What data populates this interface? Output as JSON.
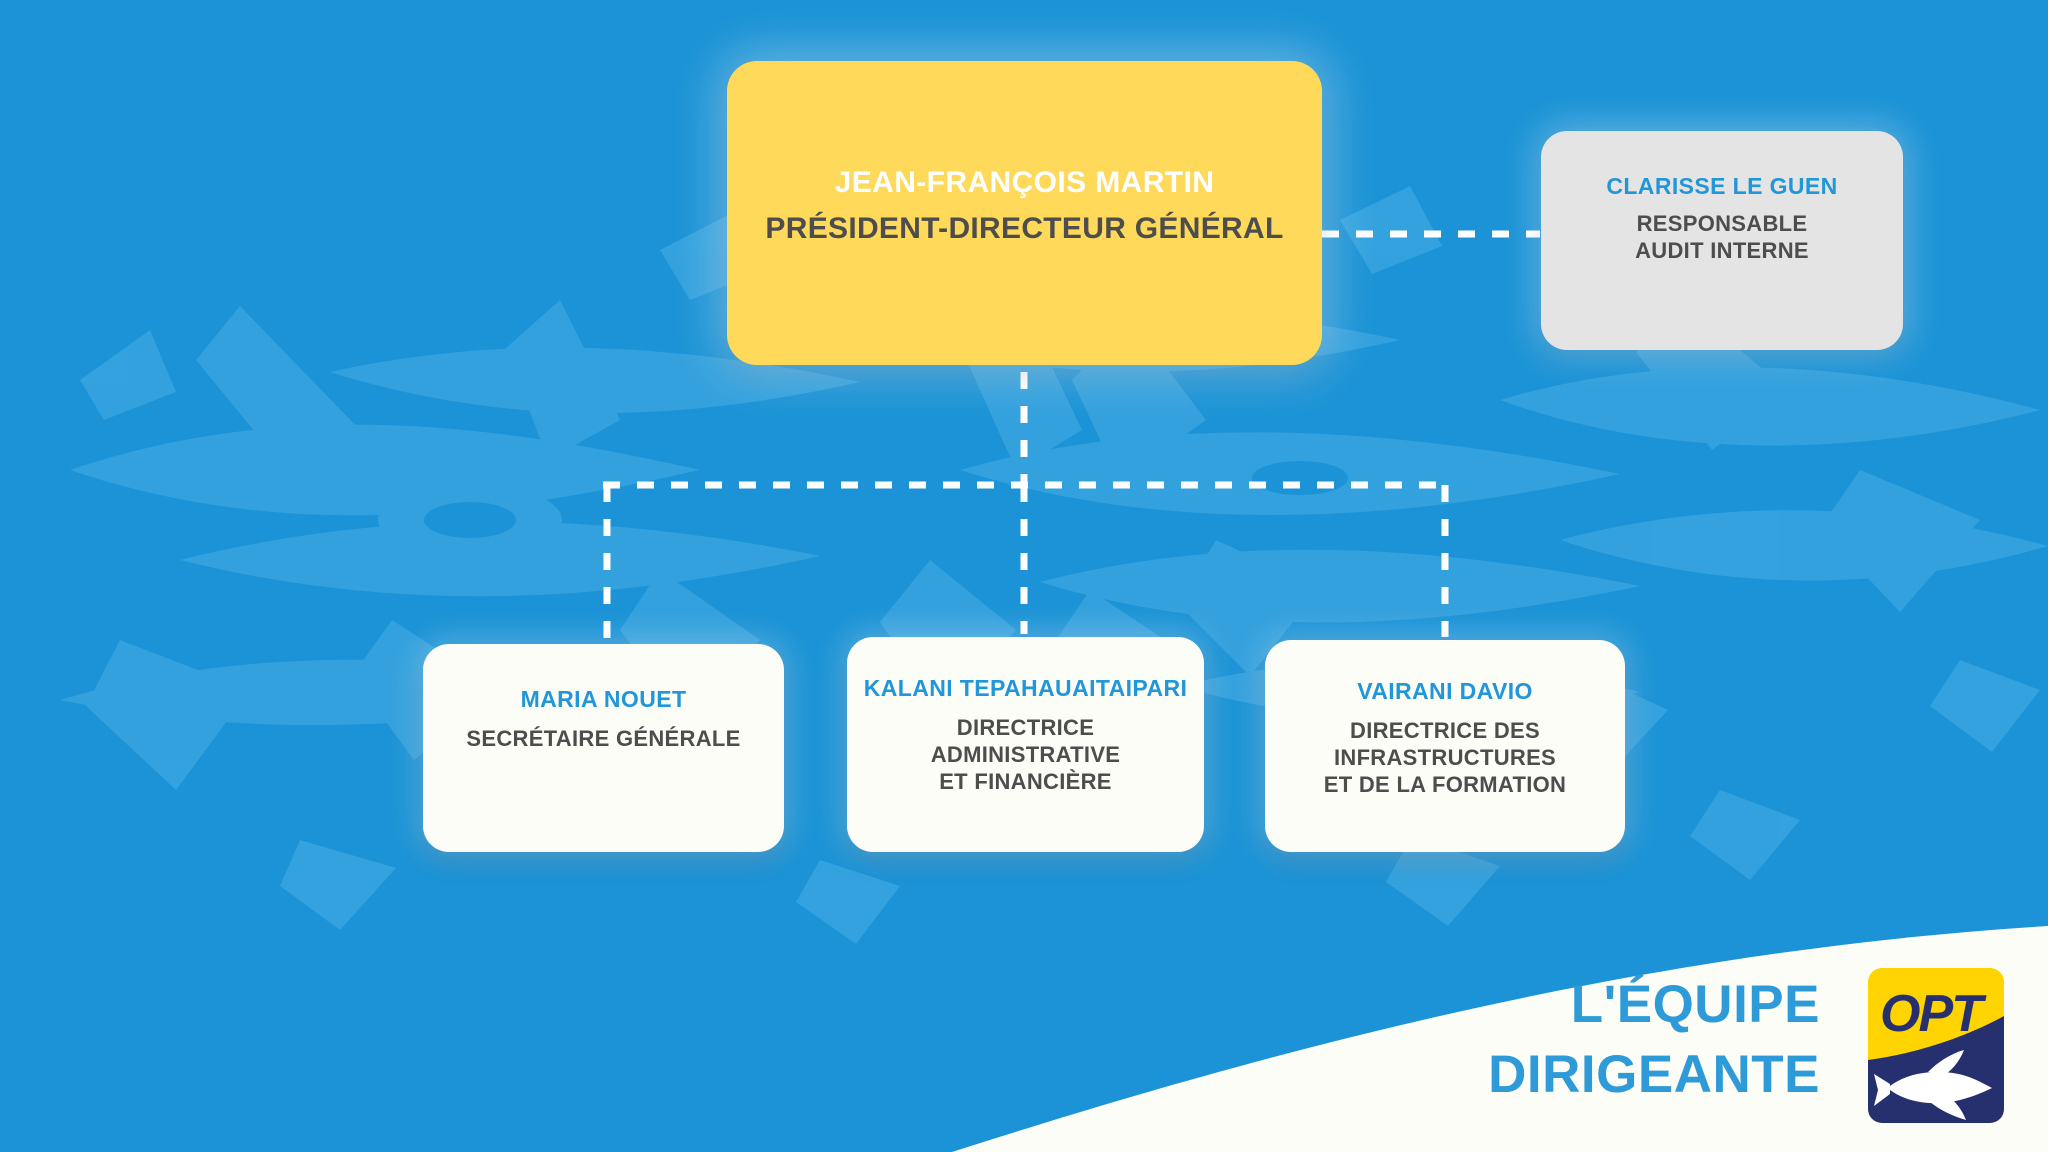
{
  "theme": {
    "background_blue": "#1B93D6",
    "accent_yellow": "#FFD95A",
    "name_blue": "#2196D8",
    "role_gray": "#4D4D4D",
    "card_white": "#FBFDF6",
    "card_gray": "#E4E4E4",
    "logo_navy": "#26306E",
    "logo_yellow": "#FFD400",
    "footer_blue": "#2E9AD8"
  },
  "org_chart": {
    "type": "organizational-chart",
    "root": {
      "name": "JEAN-FRANÇOIS MARTIN",
      "role": "PRÉSIDENT-DIRECTEUR GÉNÉRAL",
      "card_style": "yellow"
    },
    "staff": [
      {
        "name": "CLARISSE LE GUEN",
        "role_line1": "RESPONSABLE",
        "role_line2": "AUDIT INTERNE",
        "card_style": "gray",
        "relation": "dotted-side-link-to-root"
      }
    ],
    "directions": [
      {
        "name": "MARIA NOUET",
        "role_line1": "SECRÉTAIRE GÉNÉRALE",
        "role_line2": "",
        "role_line3": "",
        "card_style": "white"
      },
      {
        "name": "KALANI TEPAHAUAITAIPARI",
        "role_line1": "DIRECTRICE",
        "role_line2": "ADMINISTRATIVE",
        "role_line3": "ET FINANCIÈRE",
        "card_style": "white"
      },
      {
        "name": "VAIRANI DAVIO",
        "role_line1": "DIRECTRICE DES",
        "role_line2": "INFRASTRUCTURES",
        "role_line3": "ET DE LA FORMATION",
        "card_style": "white"
      }
    ]
  },
  "footer": {
    "title_line1": "L'ÉQUIPE",
    "title_line2": "DIRIGEANTE",
    "logo_text": "OPT",
    "logo_mark": "fish-icon"
  }
}
